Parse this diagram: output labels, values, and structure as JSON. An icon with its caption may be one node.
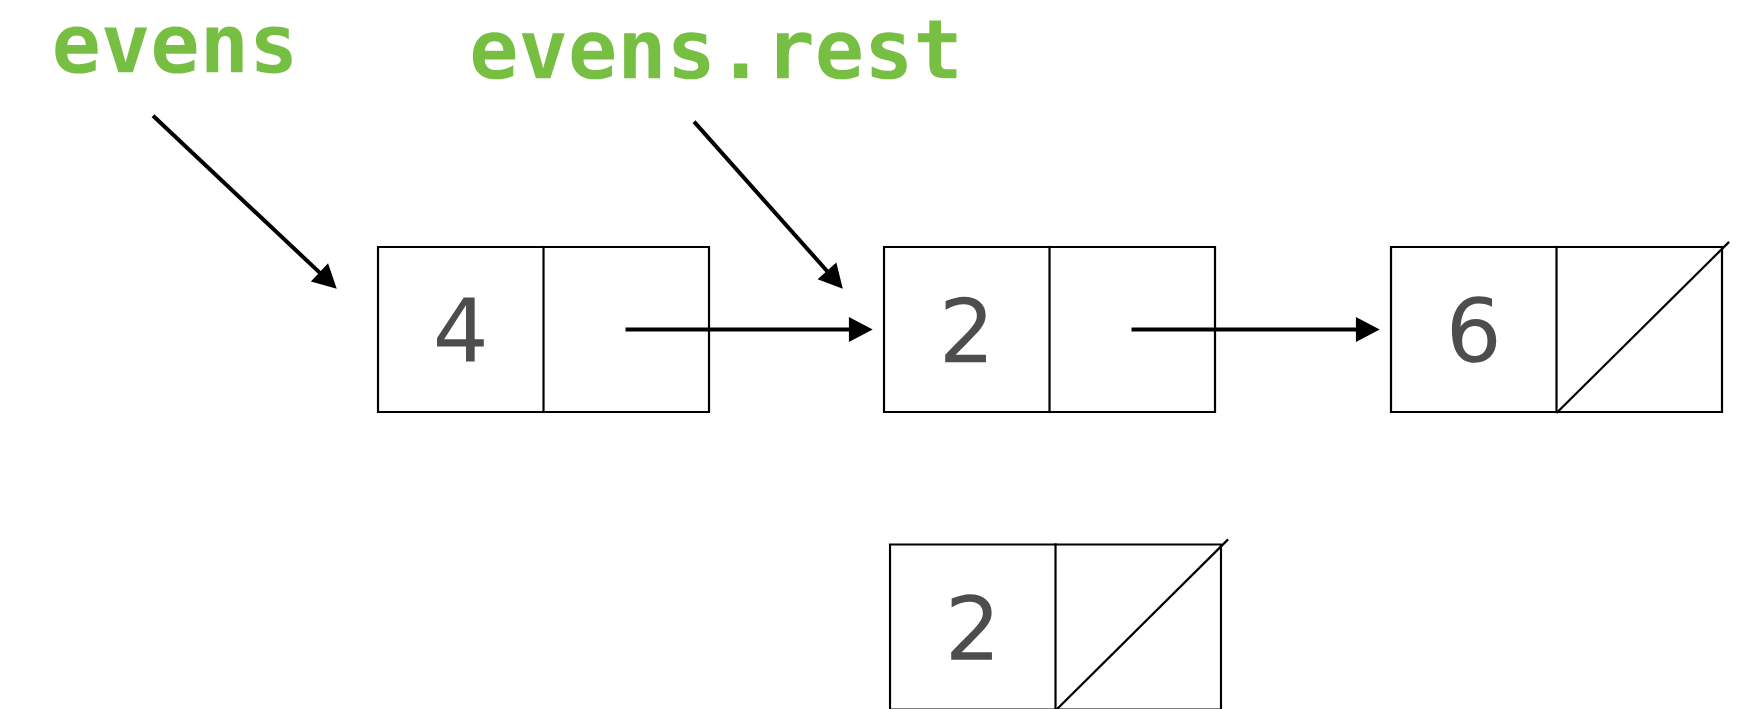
{
  "diagram": {
    "nodes": [
      {
        "text": [
          "evens"
        ]
      },
      {
        "text": [
          "evens.rest"
        ]
      },
      {
        "text": [
          "4"
        ]
      },
      {
        "text": [
          "2"
        ]
      },
      {
        "text": [
          "6"
        ]
      },
      {
        "text": [
          "2"
        ]
      }
    ],
    "edges": [
      {
        "from": 0,
        "to": 2,
        "arrow": "to"
      },
      {
        "from": 1,
        "to": 3,
        "arrow": "to"
      },
      {
        "from": 2,
        "to": 3,
        "arrow": "to"
      },
      {
        "from": 3,
        "to": 4,
        "arrow": "to"
      }
    ]
  }
}
